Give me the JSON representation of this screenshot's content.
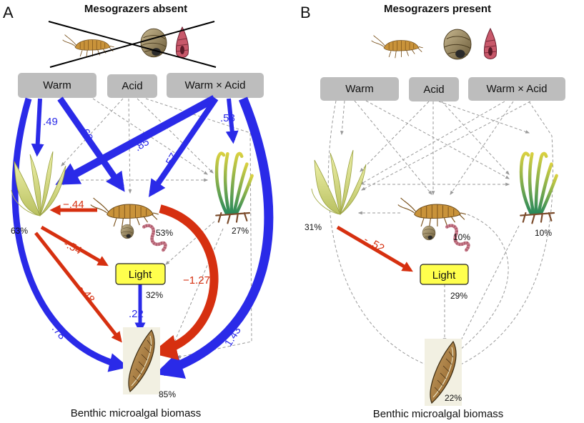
{
  "panels": [
    {
      "letter": "A",
      "title": "Mesograzers absent",
      "predictors": [
        "Warm",
        "Acid",
        "Warm × Acid"
      ],
      "light_label": "Light",
      "bottom_label": "Benthic microalgal biomass",
      "r2": {
        "ulva": "63%",
        "grazers": "53%",
        "seagrass": "27%",
        "light": "32%",
        "microalgae": "85%"
      },
      "coefficients": {
        "warm_ulva": ".49",
        "warm_grazers": ".69",
        "warm_microalgae": ".78",
        "wxa_ulva": ".85",
        "wxa_grazers": ".57",
        "wxa_seagrass": ".53",
        "wxa_microalgae": "1.43",
        "grazers_ulva": "−.44",
        "ulva_light": "-.54",
        "ulva_microalgae": "-.48",
        "grazers_microalgae": "−1.27",
        "light_microalgae": ".22"
      }
    },
    {
      "letter": "B",
      "title": "Mesograzers present",
      "predictors": [
        "Warm",
        "Acid",
        "Warm × Acid"
      ],
      "light_label": "Light",
      "bottom_label": "Benthic microalgal biomass",
      "r2": {
        "ulva": "31%",
        "grazers": "10%",
        "seagrass": "10%",
        "light": "29%",
        "microalgae": "22%"
      },
      "coefficients": {
        "ulva_light": "- .52"
      }
    }
  ],
  "colors": {
    "positive": "#2a2ae8",
    "negative": "#d63010",
    "nonsig": "#9a9a9a",
    "box": "#bdbdbd",
    "light_box": "#ffff4d"
  },
  "icons": [
    "amphipod-icon",
    "snail-icon",
    "cone-snail-icon",
    "ulva-icon",
    "seagrass-icon",
    "worm-icon",
    "diatom-icon"
  ]
}
